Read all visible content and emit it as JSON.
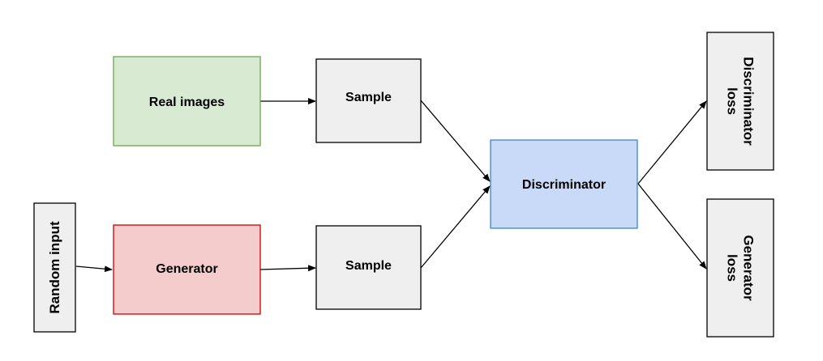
{
  "nodes": {
    "real_images": {
      "label": "Real images",
      "fill": "#d9ead3",
      "stroke": "#6aa84f"
    },
    "generator": {
      "label": "Generator",
      "fill": "#f4cccc",
      "stroke": "#cc0000"
    },
    "random_input": {
      "label": "Random input",
      "fill": "#efefef",
      "stroke": "#000000"
    },
    "sample_top": {
      "label": "Sample",
      "fill": "#efefef",
      "stroke": "#000000"
    },
    "sample_bottom": {
      "label": "Sample",
      "fill": "#efefef",
      "stroke": "#000000"
    },
    "discriminator": {
      "label": "Discriminator",
      "fill": "#c9daf8",
      "stroke": "#3d85c6"
    },
    "discriminator_loss": {
      "label_lines": [
        "Discriminator",
        "loss"
      ],
      "fill": "#efefef",
      "stroke": "#000000"
    },
    "generator_loss": {
      "label_lines": [
        "Generator",
        "loss"
      ],
      "fill": "#efefef",
      "stroke": "#000000"
    }
  },
  "edges": [
    {
      "from": "random_input",
      "to": "generator"
    },
    {
      "from": "real_images",
      "to": "sample_top"
    },
    {
      "from": "generator",
      "to": "sample_bottom"
    },
    {
      "from": "sample_top",
      "to": "discriminator"
    },
    {
      "from": "sample_bottom",
      "to": "discriminator"
    },
    {
      "from": "discriminator",
      "to": "discriminator_loss"
    },
    {
      "from": "discriminator",
      "to": "generator_loss"
    }
  ]
}
